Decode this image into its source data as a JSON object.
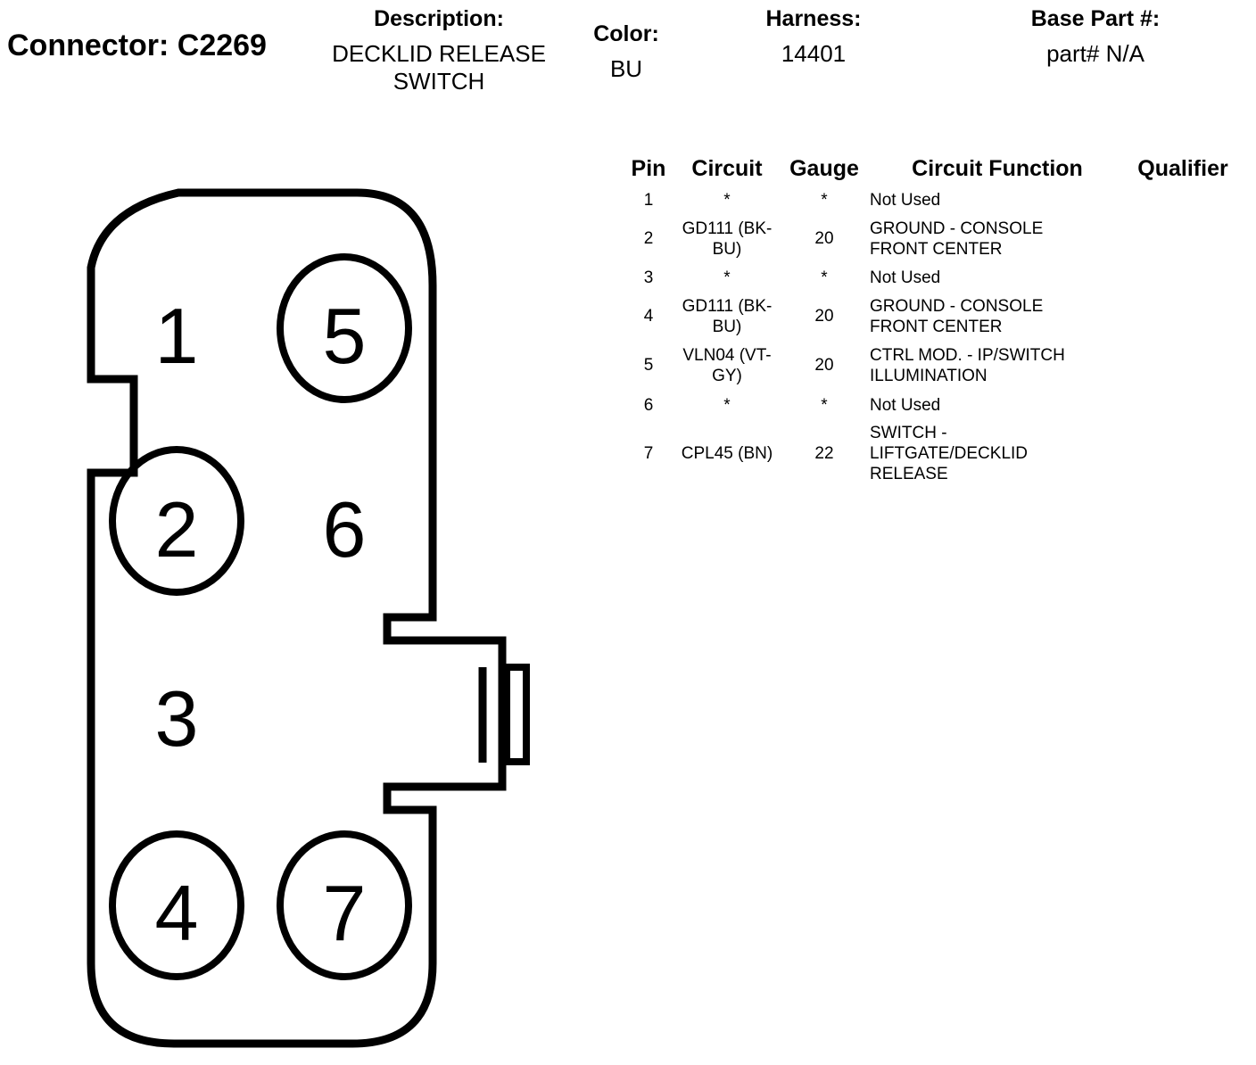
{
  "header": {
    "connector_title": "Connector: C2269",
    "description_label": "Description:",
    "description_value": "DECKLID RELEASE\nSWITCH",
    "color_label": "Color:",
    "color_value": "BU",
    "harness_label": "Harness:",
    "harness_value": "14401",
    "base_part_label": "Base Part #:",
    "base_part_value": "part# N/A"
  },
  "table": {
    "columns": [
      "Pin",
      "Circuit",
      "Gauge",
      "Circuit Function",
      "Qualifier"
    ],
    "rows": [
      {
        "pin": "1",
        "circuit": "*",
        "gauge": "*",
        "function": "Not Used"
      },
      {
        "pin": "2",
        "circuit": "GD111 (BK-\nBU)",
        "gauge": "20",
        "function": "GROUND - CONSOLE\nFRONT CENTER"
      },
      {
        "pin": "3",
        "circuit": "*",
        "gauge": "*",
        "function": "Not Used"
      },
      {
        "pin": "4",
        "circuit": "GD111 (BK-\nBU)",
        "gauge": "20",
        "function": "GROUND - CONSOLE\nFRONT CENTER"
      },
      {
        "pin": "5",
        "circuit": "VLN04 (VT-\nGY)",
        "gauge": "20",
        "function": "CTRL MOD. - IP/SWITCH\nILLUMINATION"
      },
      {
        "pin": "6",
        "circuit": "*",
        "gauge": "*",
        "function": "Not Used"
      },
      {
        "pin": "7",
        "circuit": "CPL45 (BN)",
        "gauge": "22",
        "function": "SWITCH -\nLIFTGATE/DECKLID\nRELEASE"
      }
    ]
  },
  "connector_pins": [
    "1",
    "2",
    "3",
    "4",
    "5",
    "6",
    "7"
  ]
}
